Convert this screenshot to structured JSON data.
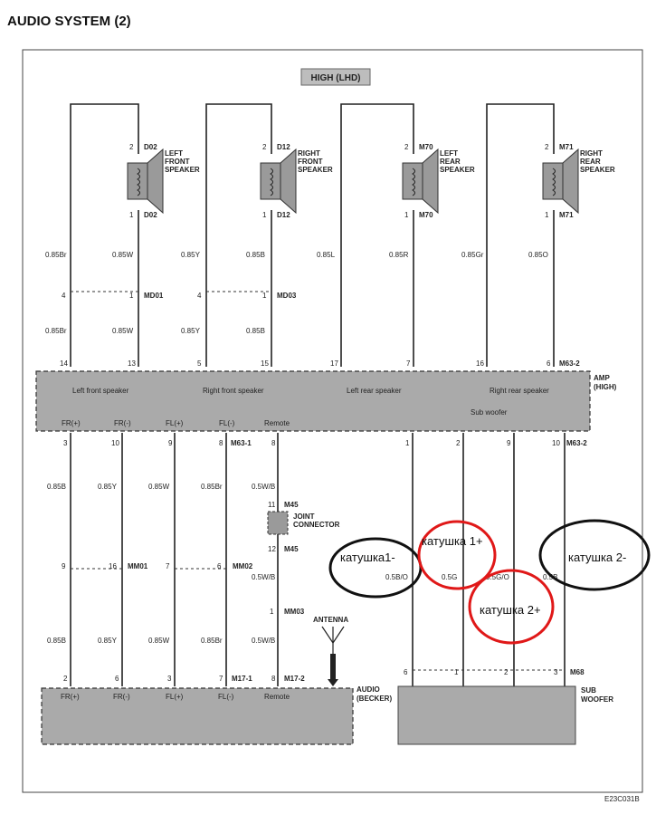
{
  "title": "AUDIO SYSTEM (2)",
  "header_label": "HIGH (LHD)",
  "footer_code": "E23C031B",
  "speakers": [
    {
      "name": "LEFT\nFRONT\nSPEAKER",
      "top_pin": "2",
      "bottom_pin": "1",
      "conn": "D02",
      "wire_a": "0.85Br",
      "wire_b": "0.85W",
      "md_conn": "MD01",
      "md_pin_a": "4",
      "md_pin_b": "1",
      "wire_c": "0.85Br",
      "wire_d": "0.85W",
      "amp_pin_a": "14",
      "amp_pin_b": "13",
      "amp_label": "Left front speaker"
    },
    {
      "name": "RIGHT\nFRONT\nSPEAKER",
      "top_pin": "2",
      "bottom_pin": "1",
      "conn": "D12",
      "wire_a": "0.85Y",
      "wire_b": "0.85B",
      "md_conn": "MD03",
      "md_pin_a": "4",
      "md_pin_b": "1",
      "wire_c": "0.85Y",
      "wire_d": "0.85B",
      "amp_pin_a": "5",
      "amp_pin_b": "15",
      "amp_label": "Right front speaker"
    },
    {
      "name": "LEFT\nREAR\nSPEAKER",
      "top_pin": "2",
      "bottom_pin": "1",
      "conn": "M70",
      "wire_a": "0.85L",
      "wire_b": "0.85R",
      "amp_pin_a": "17",
      "amp_pin_b": "7",
      "amp_label": "Left rear speaker"
    },
    {
      "name": "RIGHT\nREAR\nSPEAKER",
      "top_pin": "2",
      "bottom_pin": "1",
      "conn": "M71",
      "wire_a": "0.85Gr",
      "wire_b": "0.85O",
      "amp_pin_a": "16",
      "amp_pin_b": "6",
      "amp_label": "Right rear speaker"
    }
  ],
  "amp": {
    "label": "AMP\n(HIGH)",
    "top_conn": "M63-2",
    "bottom_conn_left": "M63-1",
    "bottom_conn_right": "M63-2",
    "sub_label": "Sub woofer",
    "inputs": [
      "FR(+)",
      "FR(-)",
      "FL(+)",
      "FL(-)",
      "Remote"
    ],
    "in_pins": [
      "3",
      "10",
      "9",
      "8",
      "8"
    ]
  },
  "left_wires": {
    "wires_top": [
      "0.85B",
      "0.85Y",
      "0.85W",
      "0.85Br",
      "0.5W/B"
    ],
    "mm_pins": [
      "9",
      "16",
      "7",
      "6"
    ],
    "mm01": "MM01",
    "mm02": "MM02",
    "wires_mid": [
      "0.85B",
      "0.85Y",
      "0.85W",
      "0.85Br"
    ],
    "wires_bottom": [
      "0.85B",
      "0.85Y",
      "0.85W",
      "0.85Br",
      "0.5W/B"
    ],
    "audio_pins": [
      "2",
      "6",
      "3",
      "7",
      "8"
    ],
    "m17_1": "M17-1",
    "m17_2": "M17-2"
  },
  "joint": {
    "pin_top": "11",
    "conn_top": "M45",
    "label": "JOINT\nCONNECTOR",
    "pin_bottom": "12",
    "conn_bottom": "M45",
    "wire_after": "0.5W/B",
    "mm03_pin": "1",
    "mm03": "MM03",
    "wire_final": "0.5W/B"
  },
  "antenna": "ANTENNA",
  "audio": {
    "label": "AUDIO\n(BECKER)",
    "inputs": [
      "FR(+)",
      "FR(-)",
      "FL(+)",
      "FL(-)",
      "Remote"
    ]
  },
  "sub": {
    "amp_pins": [
      "1",
      "2",
      "9",
      "10"
    ],
    "wires": [
      "0.5B/O",
      "0.5G",
      "0.5G/O",
      "0.5B"
    ],
    "sub_pins": [
      "6",
      "1",
      "2",
      "3"
    ],
    "conn": "M68",
    "label": "SUB\nWOOFER"
  },
  "annotations": {
    "coil1_minus": "катушка1-",
    "coil1_plus": "катушка 1+",
    "coil2_minus": "катушка 2-",
    "coil2_plus": "катушка 2+",
    "black": "#111111",
    "red": "#e01818"
  }
}
